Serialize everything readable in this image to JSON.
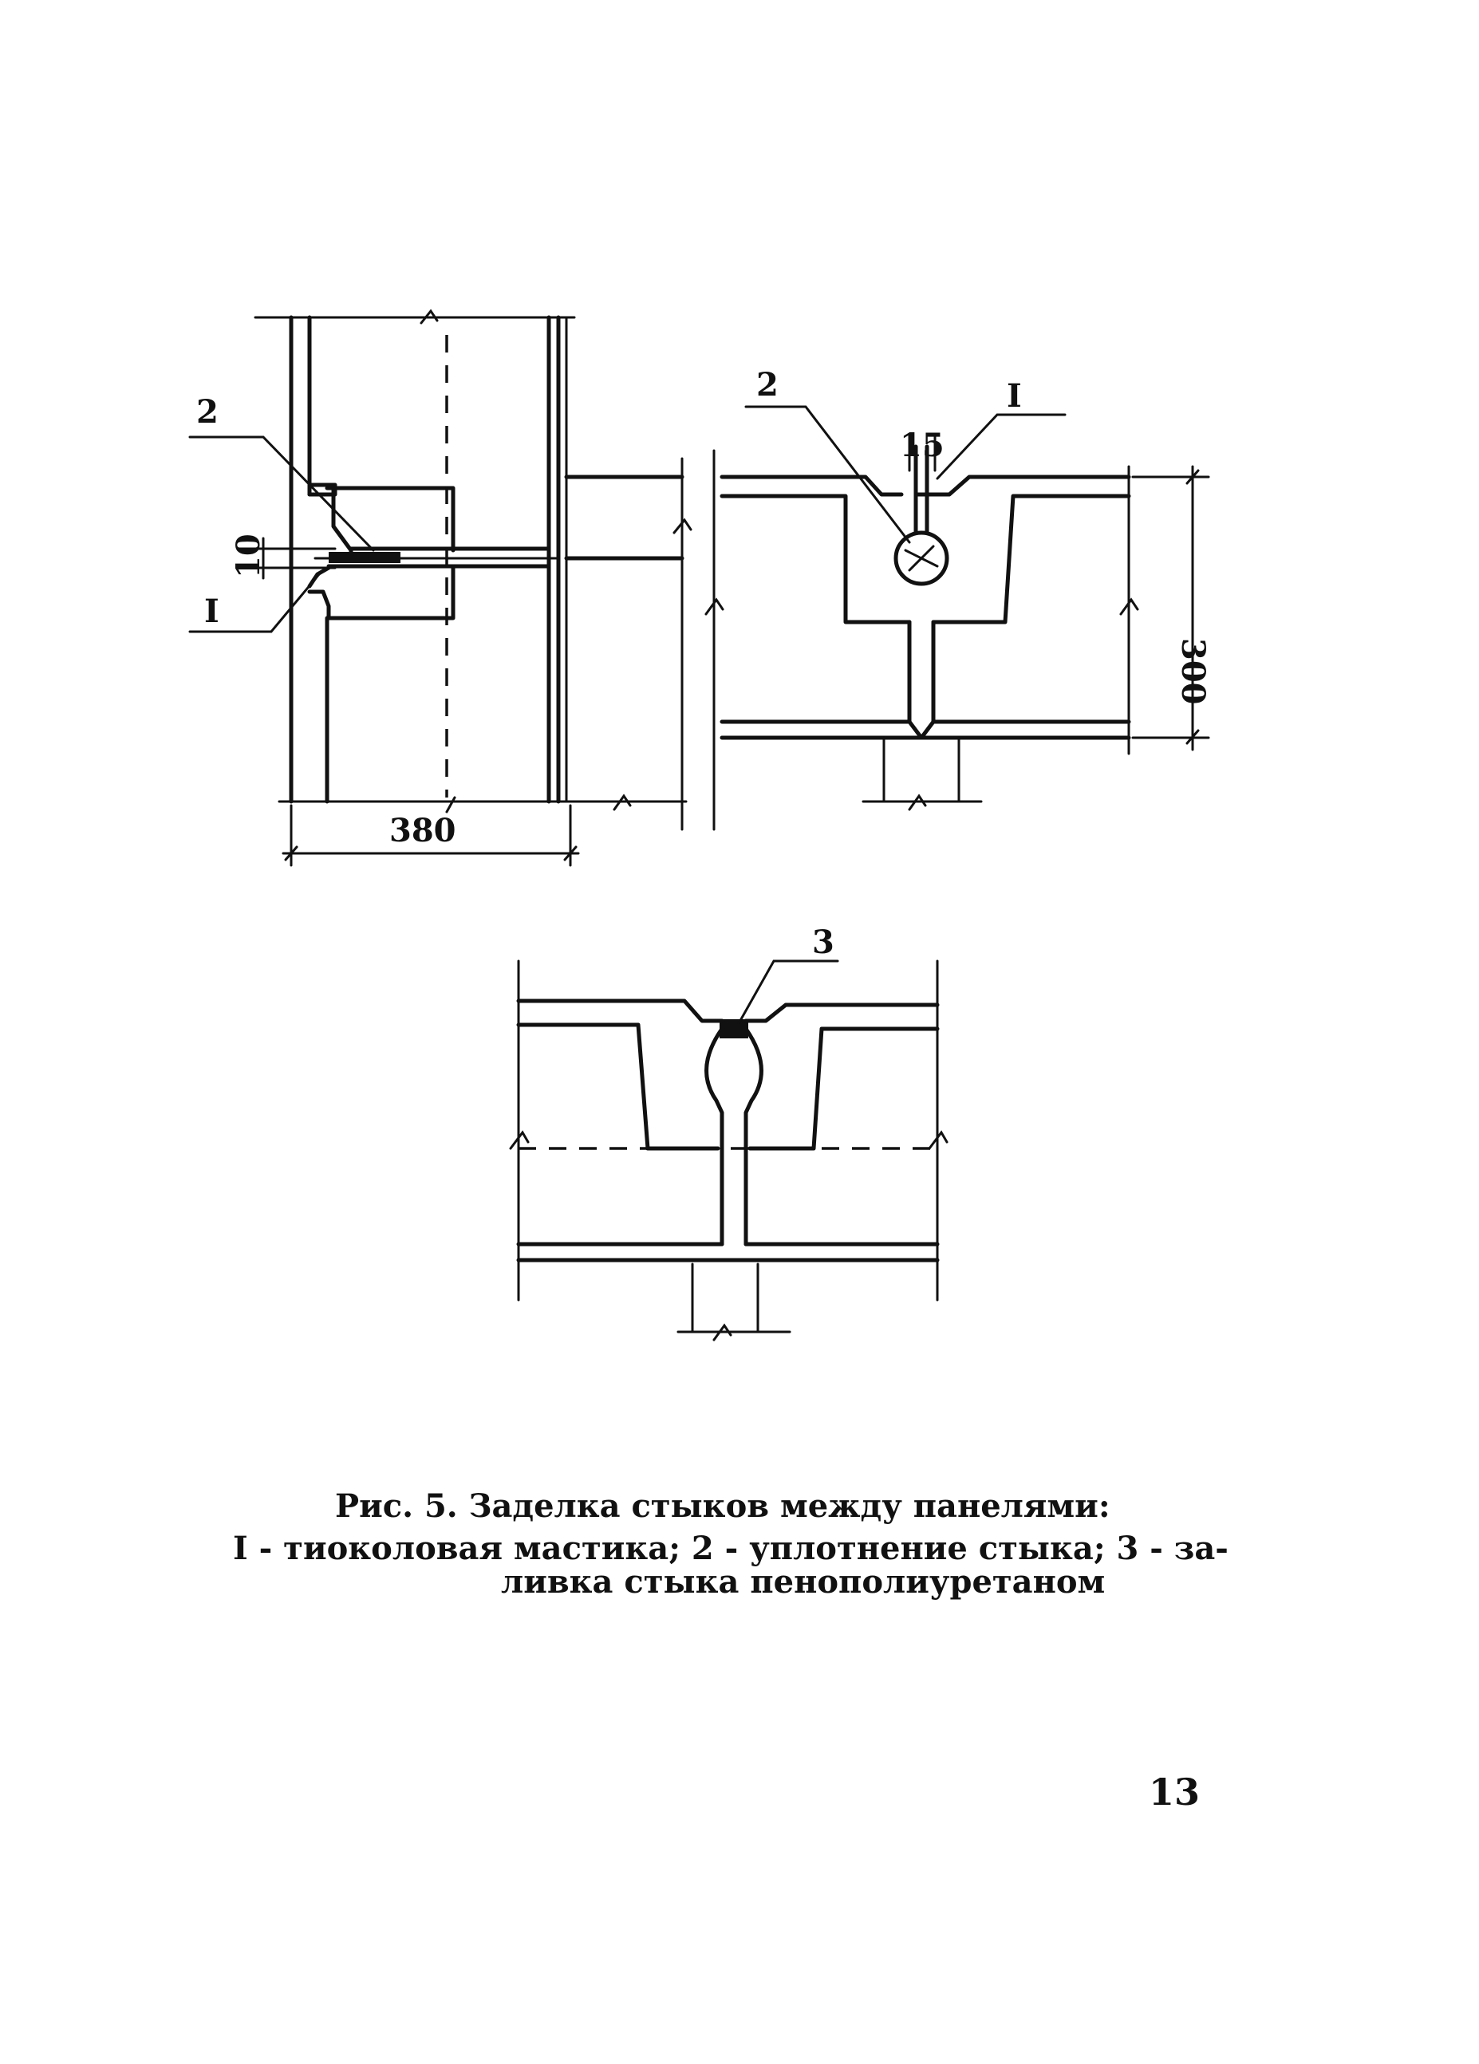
{
  "figure": {
    "caption_line1": "Рис. 5. Заделка стыков между панелями:",
    "caption_line2": "I - тиоколовая мастика; 2 - уплотнение стыка; 3 - за-",
    "caption_line3": "ливка стыка пенополиуретаном"
  },
  "labels": {
    "left_label_2": "2",
    "left_label_1": "I",
    "left_dim_10": "10",
    "left_dim_380": "380",
    "right_label_2": "2",
    "right_label_1": "I",
    "right_dim_15": "15",
    "right_dim_300": "300",
    "bottom_label_3": "3"
  },
  "page_number": "13"
}
